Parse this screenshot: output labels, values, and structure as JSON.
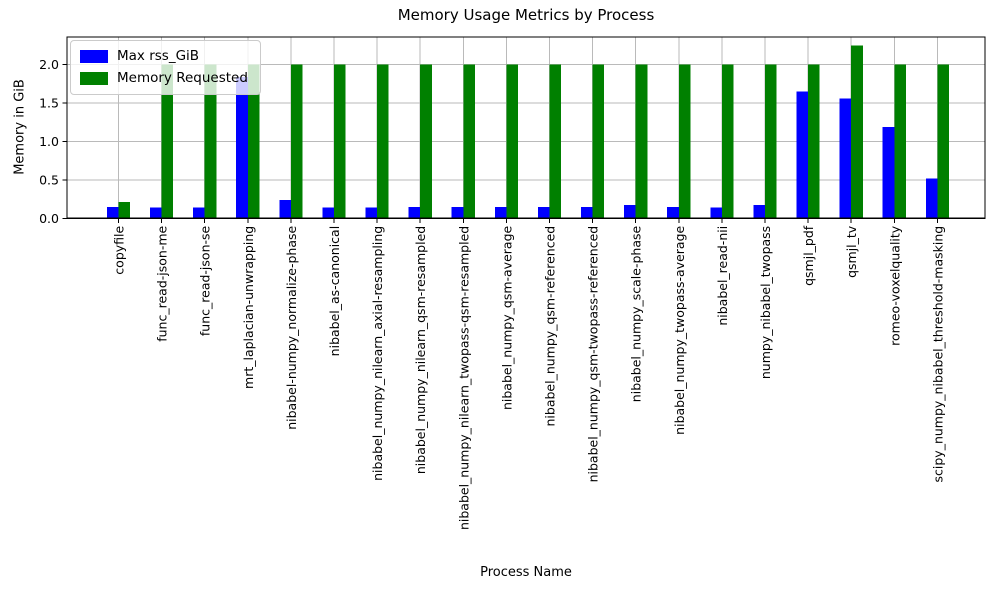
{
  "chart_data": {
    "type": "bar",
    "title": "Memory Usage Metrics by Process",
    "xlabel": "Process Name",
    "ylabel": "Memory in GiB",
    "categories": [
      "copyfile",
      "func_read-json-me",
      "func_read-json-se",
      "mrt_laplacian-unwrapping",
      "nibabel-numpy_normalize-phase",
      "nibabel_as-canonical",
      "nibabel_numpy_nilearn_axial-resampling",
      "nibabel_numpy_nilearn_qsm-resampled",
      "nibabel_numpy_nilearn_twopass-qsm-resampled",
      "nibabel_numpy_qsm-average",
      "nibabel_numpy_qsm-referenced",
      "nibabel_numpy_qsm-twopass-referenced",
      "nibabel_numpy_scale-phase",
      "nibabel_numpy_twopass-average",
      "nibabel_read-nii",
      "numpy_nibabel_twopass",
      "qsmjl_pdf",
      "qsmjl_tv",
      "romeo-voxelquality",
      "scipy_numpy_nibabel_threshold-masking"
    ],
    "series": [
      {
        "name": "Max rss_GiB",
        "color": "#0000ff",
        "values": [
          0.15,
          0.14,
          0.14,
          1.84,
          0.24,
          0.14,
          0.14,
          0.15,
          0.15,
          0.15,
          0.15,
          0.15,
          0.17,
          0.15,
          0.14,
          0.17,
          1.65,
          1.56,
          1.19,
          0.52
        ]
      },
      {
        "name": "Memory Requested",
        "color": "#008000",
        "values": [
          0.21,
          2.0,
          2.0,
          2.0,
          2.0,
          2.0,
          2.0,
          2.0,
          2.0,
          2.0,
          2.0,
          2.0,
          2.0,
          2.0,
          2.0,
          2.0,
          2.0,
          2.25,
          2.0,
          2.0
        ]
      }
    ],
    "ylim": [
      0,
      2.36
    ],
    "yticks": [
      0.0,
      0.5,
      1.0,
      1.5,
      2.0
    ],
    "grid": true,
    "grid_color": "#bababa",
    "legend_position": "upper left",
    "text_color": "#000000"
  }
}
